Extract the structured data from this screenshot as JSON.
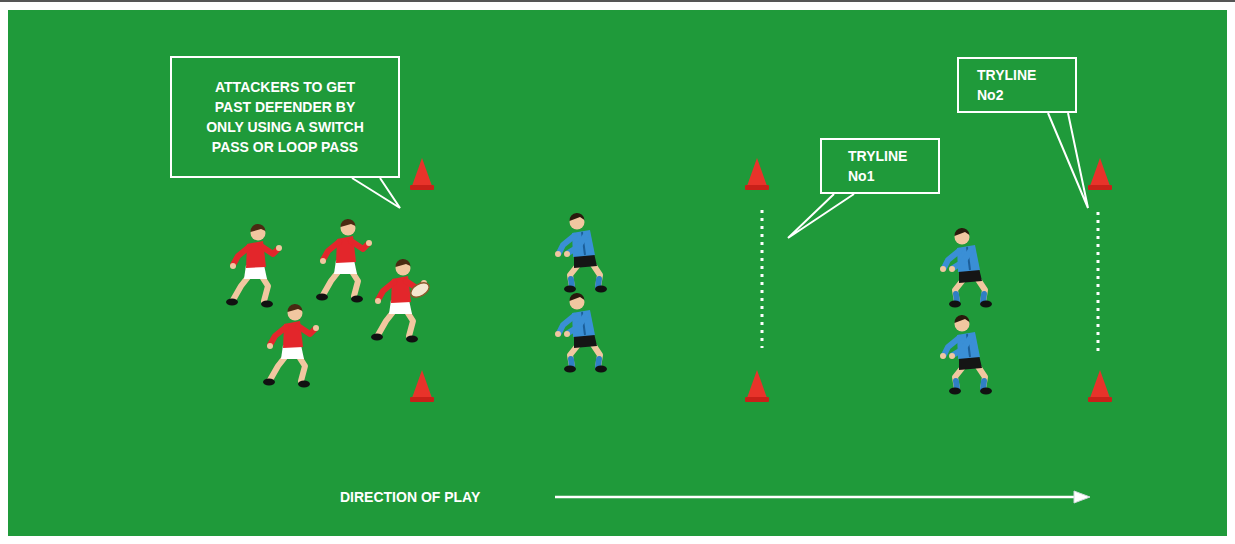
{
  "diagram": {
    "nodes": [
      {
        "text": [
          "ATTACKERS TO GET PAST DEFENDER BY ONLY USING A SWITCH PASS OR LOOP PASS"
        ]
      },
      {
        "text": [
          "TRYLINE No1"
        ]
      },
      {
        "text": [
          "TRYLINE No2"
        ]
      }
    ],
    "labels": [
      "DIRECTION OF PLAY"
    ]
  }
}
